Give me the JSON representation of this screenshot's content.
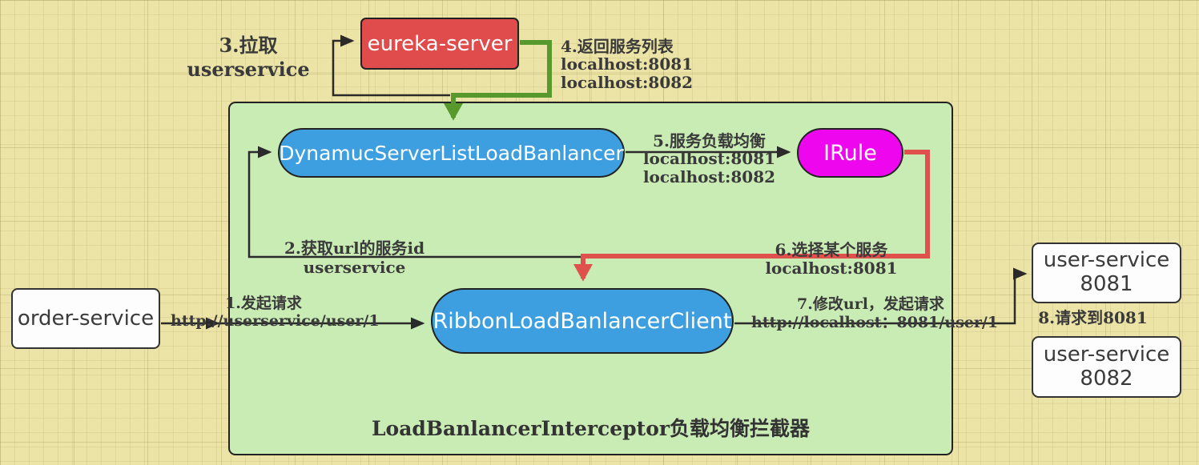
{
  "diagram": {
    "container": {
      "title": "LoadBanlancerInterceptor负载均衡拦截器"
    },
    "nodes": {
      "eureka": {
        "label": "eureka-server"
      },
      "dynamic_lb": {
        "label": "DynamucServerListLoadBanlancer"
      },
      "irule": {
        "label": "IRule"
      },
      "ribbon_client": {
        "label": "RibbonLoadBanlancerClient"
      },
      "order_service": {
        "label": "order-service"
      },
      "user_service_8081": {
        "name": "user-service",
        "port": "8081"
      },
      "user_service_8082": {
        "name": "user-service",
        "port": "8082"
      }
    },
    "labels": {
      "step3": {
        "line1": "3.拉取",
        "line2": "userservice"
      },
      "step4": {
        "line1": "4.返回服务列表",
        "line2": "localhost:8081",
        "line3": "localhost:8082"
      },
      "step5": {
        "line1": "5.服务负载均衡",
        "line2": "localhost:8081",
        "line3": "localhost:8082"
      },
      "step2": {
        "line1": "2.获取url的服务id",
        "line2": "userservice"
      },
      "step1": {
        "line1": "1.发起请求",
        "line2": "http://userservice/user/1"
      },
      "step6": {
        "line1": "6.选择某个服务",
        "line2": "localhost:8081"
      },
      "step7": {
        "line1": "7.修改url，发起请求",
        "line2": "http://localhost：8081/user/1"
      },
      "step8": {
        "text": "8.请求到8081"
      }
    },
    "colors": {
      "background": "#ECE4A6",
      "container_green": "#C9EBB4",
      "node_blue": "#3E9FE0",
      "node_red": "#E04B4B",
      "node_magenta": "#EE06EE",
      "arrow_black": "#2A2A2A",
      "arrow_green": "#57992D",
      "arrow_red": "#E0504C"
    }
  }
}
